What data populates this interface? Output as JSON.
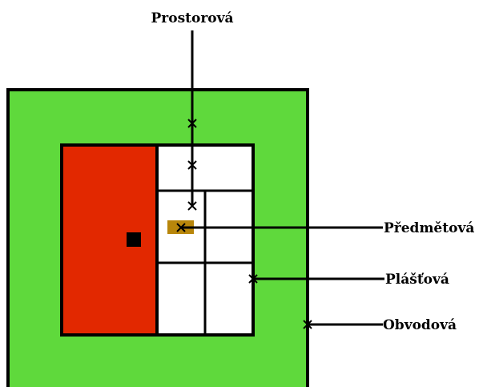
{
  "colors": {
    "outer_zone": "#5fd93c",
    "inner_area": "#ffffff",
    "red_block": "#e22800",
    "object": "#b8860b",
    "lines": "#000000"
  },
  "labels": {
    "prostorova": "Prostorová",
    "predmetova": "Předmětová",
    "plastova": "Plášťová",
    "obvodova": "Obvodová"
  }
}
